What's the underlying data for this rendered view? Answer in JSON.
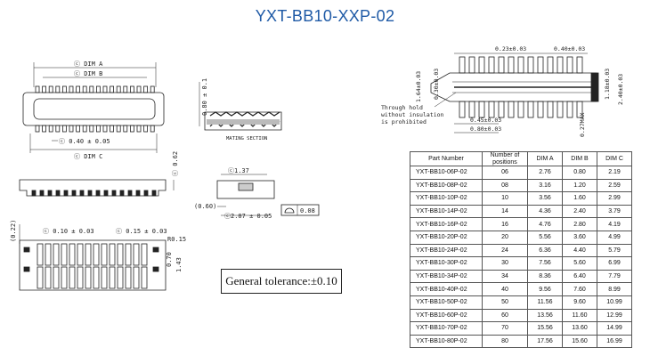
{
  "title": "YXT-BB10-XXP-02",
  "tolerance": "General tolerance:±0.10",
  "labels": {
    "dim_a": "ⓒ DIM A",
    "dim_b": "ⓒ DIM B",
    "dim_c": "ⓒ DIM C",
    "pitch_040": "ⓒ 0.40 ± 0.05",
    "h_080": "0.80 ± 0.1",
    "mating": "MATING SECTION",
    "h_062": "ⓒ 0.62",
    "w_137": "ⓒ1.37",
    "w_060": "(0.60)",
    "w_207": "ⓒ2.07 ± 0.05",
    "flat_008": "0.08",
    "w_010": "ⓒ 0.10 ± 0.03",
    "w_015": "ⓒ 0.15 ± 0.03",
    "v_022": "(0.22)",
    "r_015": "R0.15",
    "v_070": "0.70",
    "v_143": "1.43",
    "t_023": "0.23±0.03",
    "t_040": "0.40±0.03",
    "s_164": "1.64±0.03",
    "s_030": "0.30±0.03",
    "s_118": "1.18±0.03",
    "s_240": "2.40±0.03",
    "b_045": "0.45±0.03",
    "b_080": "0.80±0.03",
    "b_027": "0.27MAX",
    "note": [
      "Through hold",
      "without insulation",
      "is prohibited"
    ]
  },
  "table": {
    "headers": [
      "Part Number",
      "Number of positions",
      "DIM A",
      "DIM B",
      "DIM C"
    ],
    "rows": [
      [
        "YXT-BB10-06P-02",
        "06",
        "2.76",
        "0.80",
        "2.19"
      ],
      [
        "YXT-BB10-08P-02",
        "08",
        "3.16",
        "1.20",
        "2.59"
      ],
      [
        "YXT-BB10-10P-02",
        "10",
        "3.56",
        "1.60",
        "2.99"
      ],
      [
        "YXT-BB10-14P-02",
        "14",
        "4.36",
        "2.40",
        "3.79"
      ],
      [
        "YXT-BB10-16P-02",
        "16",
        "4.76",
        "2.80",
        "4.19"
      ],
      [
        "YXT-BB10-20P-02",
        "20",
        "5.56",
        "3.60",
        "4.99"
      ],
      [
        "YXT-BB10-24P-02",
        "24",
        "6.36",
        "4.40",
        "5.79"
      ],
      [
        "YXT-BB10-30P-02",
        "30",
        "7.56",
        "5.60",
        "6.99"
      ],
      [
        "YXT-BB10-34P-02",
        "34",
        "8.36",
        "6.40",
        "7.79"
      ],
      [
        "YXT-BB10-40P-02",
        "40",
        "9.56",
        "7.60",
        "8.99"
      ],
      [
        "YXT-BB10-50P-02",
        "50",
        "11.56",
        "9.60",
        "10.99"
      ],
      [
        "YXT-BB10-60P-02",
        "60",
        "13.56",
        "11.60",
        "12.99"
      ],
      [
        "YXT-BB10-70P-02",
        "70",
        "15.56",
        "13.60",
        "14.99"
      ],
      [
        "YXT-BB10-80P-02",
        "80",
        "17.56",
        "15.60",
        "16.99"
      ]
    ]
  }
}
